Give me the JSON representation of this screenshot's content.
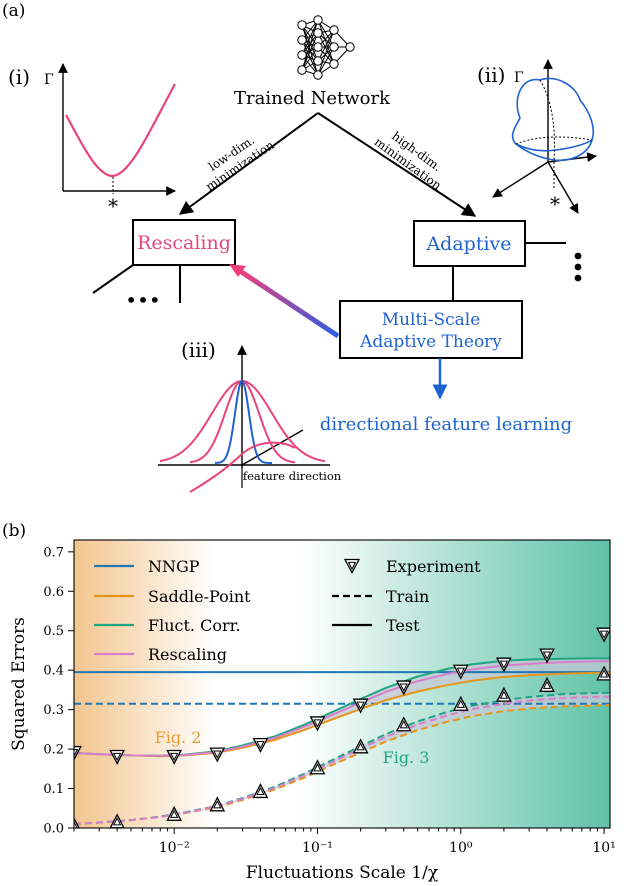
{
  "panel_a": {
    "label": "(a)",
    "network_label": "Trained Network",
    "left_arrow_label": [
      "low-dim.",
      "minimization"
    ],
    "right_arrow_label": [
      "high-dim.",
      "minimization"
    ],
    "rescaling_box": "Rescaling",
    "adaptive_box": "Adaptive",
    "msat_box": [
      "Multi-Scale",
      "Adaptive Theory"
    ],
    "directional_text": "directional feature learning",
    "inset_i_label": "(i)",
    "inset_ii_label": "(ii)",
    "inset_iii_label": "(iii)",
    "gamma_symbol": "Γ",
    "star_symbol": "*",
    "ellipsis": "•••",
    "vellipsis": "⋮",
    "feature_direction": "feature direction",
    "colors": {
      "rescaling": "#e8457a",
      "adaptive": "#1f63d1",
      "arrow_start": "#ef3f7b",
      "arrow_end": "#2a5ee0"
    }
  },
  "panel_b": {
    "label": "(b)",
    "fig2_label": "Fig. 2",
    "fig3_label": "Fig. 3",
    "colors": {
      "nngp": "#1f77b4",
      "saddle": "#e6951a",
      "fluct": "#1fa582",
      "rescaling": "#d77fcb",
      "fig2": "#e69c2f",
      "fig3": "#1fa582",
      "bg_left": "#f3c58e",
      "bg_right": "#5fc2a6",
      "band": "#c6c8d6"
    }
  },
  "chart_data": {
    "type": "line",
    "xscale": "log",
    "xlim": [
      0.002,
      11
    ],
    "ylim": [
      0.0,
      0.73
    ],
    "xlabel": "Fluctuations Scale 1/χ",
    "ylabel": "Squared Errors",
    "x_ticks": [
      {
        "value": 0.01,
        "label": "10⁻²"
      },
      {
        "value": 0.1,
        "label": "10⁻¹"
      },
      {
        "value": 1,
        "label": "10⁰"
      },
      {
        "value": 10,
        "label": "10¹"
      }
    ],
    "y_ticks": [
      0.0,
      0.1,
      0.2,
      0.3,
      0.4,
      0.5,
      0.6,
      0.7
    ],
    "legend": [
      {
        "name": "NNGP",
        "kind": "line",
        "style": "solid",
        "color": "#1f77b4"
      },
      {
        "name": "Saddle-Point",
        "kind": "line",
        "style": "solid",
        "color": "#e6951a"
      },
      {
        "name": "Fluct. Corr.",
        "kind": "line",
        "style": "solid",
        "color": "#1fa582"
      },
      {
        "name": "Rescaling",
        "kind": "line",
        "style": "solid",
        "color": "#d77fcb"
      },
      {
        "name": "Experiment",
        "kind": "marker",
        "marker": "triangle-down",
        "color": "#000000"
      },
      {
        "name": "Train",
        "kind": "line",
        "style": "dashed",
        "color": "#000000"
      },
      {
        "name": "Test",
        "kind": "line",
        "style": "solid",
        "color": "#000000"
      }
    ],
    "nngp": {
      "test": 0.395,
      "train": 0.315
    },
    "x": [
      0.002,
      0.003,
      0.005,
      0.008,
      0.012,
      0.02,
      0.03,
      0.05,
      0.08,
      0.12,
      0.2,
      0.3,
      0.5,
      0.8,
      1.2,
      2,
      3,
      5,
      8,
      11
    ],
    "series": [
      {
        "name": "Saddle-Point",
        "set": "test",
        "values": [
          0.19,
          0.187,
          0.184,
          0.182,
          0.184,
          0.191,
          0.203,
          0.223,
          0.248,
          0.272,
          0.302,
          0.324,
          0.346,
          0.362,
          0.373,
          0.383,
          0.387,
          0.391,
          0.393,
          0.394
        ]
      },
      {
        "name": "Fluct. Corr.",
        "set": "test",
        "values": [
          0.19,
          0.187,
          0.184,
          0.183,
          0.186,
          0.195,
          0.209,
          0.232,
          0.261,
          0.29,
          0.327,
          0.355,
          0.384,
          0.403,
          0.415,
          0.424,
          0.427,
          0.429,
          0.43,
          0.43
        ]
      },
      {
        "name": "Rescaling",
        "set": "test",
        "values": [
          0.19,
          0.187,
          0.184,
          0.183,
          0.185,
          0.193,
          0.206,
          0.228,
          0.256,
          0.283,
          0.318,
          0.345,
          0.372,
          0.39,
          0.402,
          0.412,
          0.416,
          0.42,
          0.422,
          0.423
        ]
      },
      {
        "name": "Saddle-Point",
        "set": "train",
        "values": [
          0.01,
          0.014,
          0.02,
          0.028,
          0.038,
          0.053,
          0.071,
          0.097,
          0.127,
          0.156,
          0.191,
          0.219,
          0.248,
          0.269,
          0.284,
          0.296,
          0.303,
          0.308,
          0.31,
          0.312
        ]
      },
      {
        "name": "Fluct. Corr.",
        "set": "train",
        "values": [
          0.01,
          0.014,
          0.02,
          0.029,
          0.04,
          0.056,
          0.076,
          0.104,
          0.137,
          0.168,
          0.207,
          0.238,
          0.27,
          0.294,
          0.31,
          0.324,
          0.332,
          0.339,
          0.342,
          0.343
        ]
      },
      {
        "name": "Rescaling",
        "set": "train",
        "values": [
          0.01,
          0.014,
          0.02,
          0.028,
          0.039,
          0.055,
          0.074,
          0.101,
          0.133,
          0.163,
          0.201,
          0.231,
          0.262,
          0.285,
          0.301,
          0.315,
          0.323,
          0.329,
          0.332,
          0.333
        ]
      }
    ],
    "experiment_test": {
      "x": [
        0.002,
        0.004,
        0.01,
        0.02,
        0.04,
        0.1,
        0.2,
        0.4,
        1,
        2,
        4,
        10
      ],
      "y": [
        0.19,
        0.18,
        0.18,
        0.186,
        0.21,
        0.265,
        0.31,
        0.356,
        0.396,
        0.414,
        0.437,
        0.49
      ]
    },
    "experiment_train": {
      "x": [
        0.002,
        0.004,
        0.01,
        0.02,
        0.04,
        0.1,
        0.2,
        0.4,
        1,
        2,
        4,
        10
      ],
      "y": [
        0.008,
        0.017,
        0.036,
        0.06,
        0.094,
        0.154,
        0.207,
        0.263,
        0.315,
        0.338,
        0.363,
        0.392
      ]
    }
  }
}
